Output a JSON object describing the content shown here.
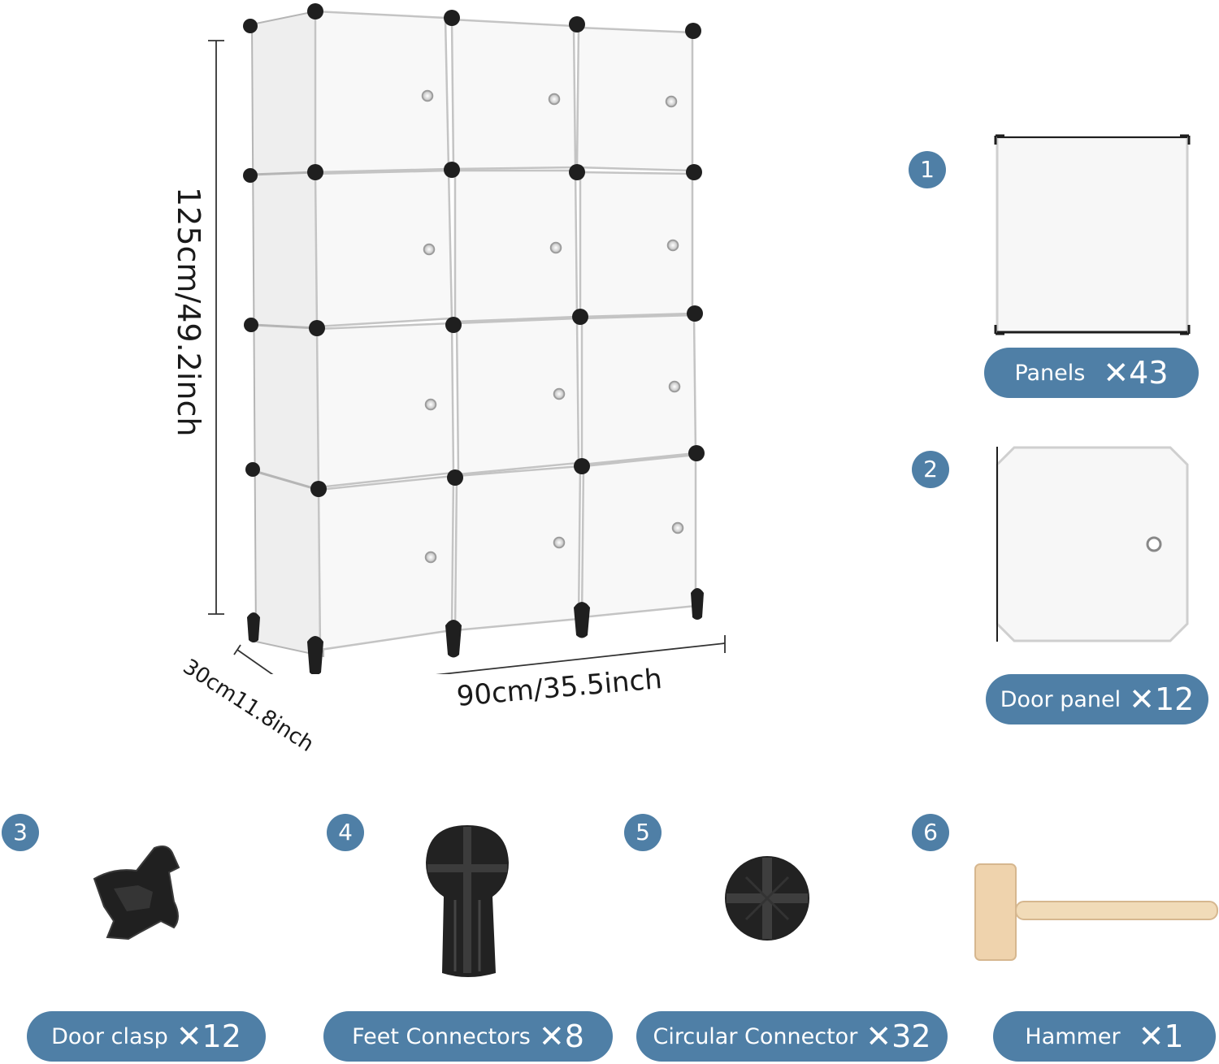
{
  "dimensions": {
    "height": "125cm/49.2inch",
    "width": "90cm/35.5inch",
    "depth": "30cm11.8inch"
  },
  "parts": [
    {
      "number": "1",
      "name": "Panels",
      "quantity": "✕43",
      "icon": "square-panel-icon"
    },
    {
      "number": "2",
      "name": "Door panel",
      "quantity": "✕12",
      "icon": "door-panel-icon"
    },
    {
      "number": "3",
      "name": "Door clasp",
      "quantity": "✕12",
      "icon": "door-clasp-icon"
    },
    {
      "number": "4",
      "name": "Feet Connectors",
      "quantity": "✕8",
      "icon": "feet-connector-icon"
    },
    {
      "number": "5",
      "name": "Circular Connector",
      "quantity": "✕32",
      "icon": "circular-connector-icon"
    },
    {
      "number": "6",
      "name": "Hammer",
      "quantity": "✕1",
      "icon": "hammer-icon"
    }
  ],
  "colors": {
    "accent": "#4f7fa6",
    "panel": "#f7f7f7",
    "connector": "#1e1e1e"
  }
}
